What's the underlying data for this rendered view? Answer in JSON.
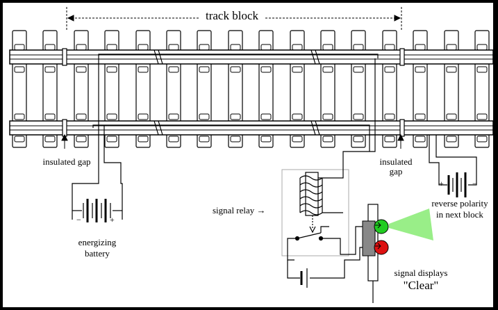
{
  "labels": {
    "track_block": "track block",
    "insulated_gap_left": "insulated gap",
    "insulated_gap_right_l1": "insulated",
    "insulated_gap_right_l2": "gap",
    "signal_relay": "signal relay →",
    "energizing_l1": "energizing",
    "energizing_l2": "battery",
    "reverse_l1": "reverse polarity",
    "reverse_l2": "in next block",
    "signal_displays": "signal displays",
    "signal_clear": "\"Clear\"",
    "battery_minus": "−",
    "battery_plus": "+"
  },
  "signal": {
    "top_lamp_color": "#22cc22",
    "bottom_lamp_color": "#dd1111",
    "beam_color": "#99ee88"
  }
}
